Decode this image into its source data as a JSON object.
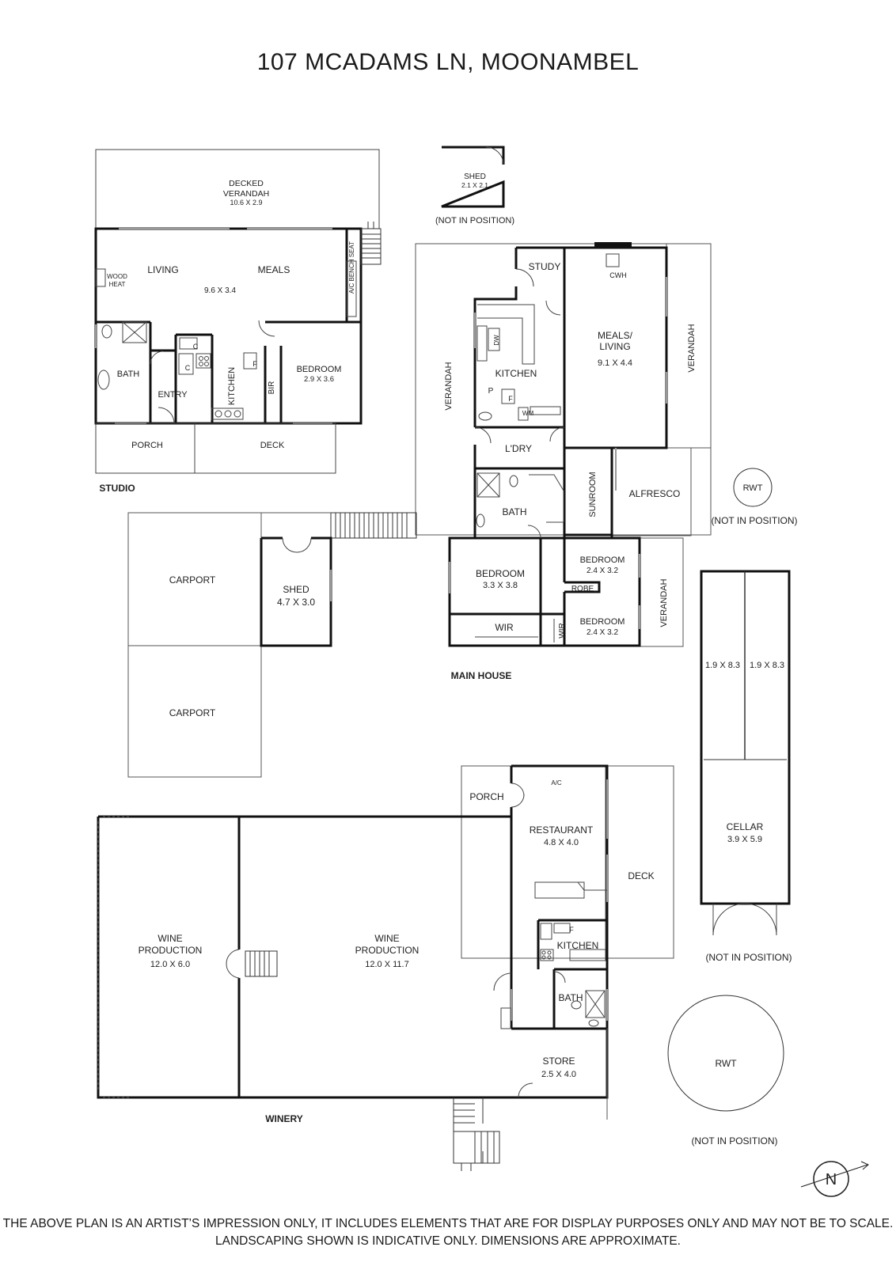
{
  "title": "107 MCADAMS LN, MOONAMBEL",
  "disclaimer": {
    "line1": "THE ABOVE PLAN IS AN ARTIST’S IMPRESSION ONLY, IT INCLUDES ELEMENTS THAT ARE FOR DISPLAY PURPOSES ONLY AND MAY NOT BE TO SCALE.",
    "line2": "LANDSCAPING SHOWN IS INDICATIVE ONLY. DIMENSIONS ARE APPROXIMATE."
  },
  "compass": {
    "label": "N",
    "icon": "north-arrow-icon"
  },
  "buildings": {
    "studio": "STUDIO",
    "main_house": "MAIN HOUSE",
    "winery": "WINERY"
  },
  "rooms": {
    "decked_verandah": {
      "name_line1": "DECKED",
      "name_line2": "VERANDAH",
      "dims": "10.6 X 2.9"
    },
    "living": {
      "name": "LIVING",
      "dims": "9.6 X 3.4"
    },
    "meals": {
      "name": "MEALS"
    },
    "wood_heat": {
      "name_line1": "WOOD",
      "name_line2": "HEAT"
    },
    "ac_bench_seat": {
      "name": "A/C  BENCH SEAT"
    },
    "studio_bath": {
      "name": "BATH"
    },
    "studio_entry": {
      "name": "ENTRY"
    },
    "studio_kitchen": {
      "name": "KITCHEN"
    },
    "studio_bir": {
      "name": "BIR"
    },
    "studio_bedroom": {
      "name": "BEDROOM",
      "dims": "2.9 X 3.6"
    },
    "studio_porch": {
      "name": "PORCH"
    },
    "studio_deck": {
      "name": "DECK"
    },
    "shed_small": {
      "name": "SHED",
      "dims": "2.1 X 2.1"
    },
    "study": {
      "name": "STUDY"
    },
    "cwh": {
      "name": "CWH"
    },
    "meals_living": {
      "name_line1": "MEALS/",
      "name_line2": "LIVING",
      "dims": "9.1 X 4.4"
    },
    "verandah_left": {
      "name": "VERANDAH"
    },
    "verandah_right": {
      "name": "VERANDAH"
    },
    "verandah_bed": {
      "name": "VERANDAH"
    },
    "house_kitchen": {
      "name": "KITCHEN"
    },
    "dw": {
      "name": "DW"
    },
    "pantry": {
      "name": "P"
    },
    "fridge": {
      "name": "F"
    },
    "wm": {
      "name": "WM"
    },
    "laundry": {
      "name": "L'DRY"
    },
    "house_bath": {
      "name": "BATH"
    },
    "sunroom": {
      "name": "SUNROOM"
    },
    "alfresco": {
      "name": "ALFRESCO"
    },
    "bedroom_1": {
      "name": "BEDROOM",
      "dims": "3.3 X 3.8"
    },
    "bedroom_2": {
      "name": "BEDROOM",
      "dims": "2.4 X 3.2"
    },
    "bedroom_3": {
      "name": "BEDROOM",
      "dims": "2.4 X 3.2"
    },
    "robe": {
      "name": "ROBE"
    },
    "wir_1": {
      "name": "WIR"
    },
    "wir_2": {
      "name": "WIR"
    },
    "carport_1": {
      "name": "CARPORT"
    },
    "carport_2": {
      "name": "CARPORT"
    },
    "shed_large": {
      "name": "SHED",
      "dims": "4.7 X 3.0"
    },
    "rwt_small": {
      "name": "RWT"
    },
    "rwt_large": {
      "name": "RWT"
    },
    "cellar_slot_1": {
      "dims": "1.9 X 8.3"
    },
    "cellar_slot_2": {
      "dims": "1.9 X 8.3"
    },
    "cellar": {
      "name": "CELLAR",
      "dims": "3.9 X 5.9"
    },
    "winery_porch": {
      "name": "PORCH"
    },
    "ac_unit": {
      "name": "A/C"
    },
    "restaurant": {
      "name": "RESTAURANT",
      "dims": "4.8 X 4.0"
    },
    "winery_deck": {
      "name": "DECK"
    },
    "winery_kitchen": {
      "name": "KITCHEN"
    },
    "winery_fridge": {
      "name": "F"
    },
    "winery_bath": {
      "name": "BATH"
    },
    "store": {
      "name": "STORE",
      "dims": "2.5 X 4.0"
    },
    "wine_production_1": {
      "name_line1": "WINE",
      "name_line2": "PRODUCTION",
      "dims": "12.0 X 6.0"
    },
    "wine_production_2": {
      "name_line1": "WINE",
      "name_line2": "PRODUCTION",
      "dims": "12.0 X 11.7"
    },
    "cupboard_1": {
      "name": "C"
    },
    "cupboard_2": {
      "name": "C"
    },
    "studio_fridge": {
      "name": "F"
    }
  },
  "notes": {
    "shed_not_in_position": "(NOT IN POSITION)",
    "rwt_small_not_in_position": "(NOT IN POSITION)",
    "cellar_not_in_position": "(NOT IN POSITION)",
    "rwt_large_not_in_position": "(NOT IN POSITION)"
  }
}
